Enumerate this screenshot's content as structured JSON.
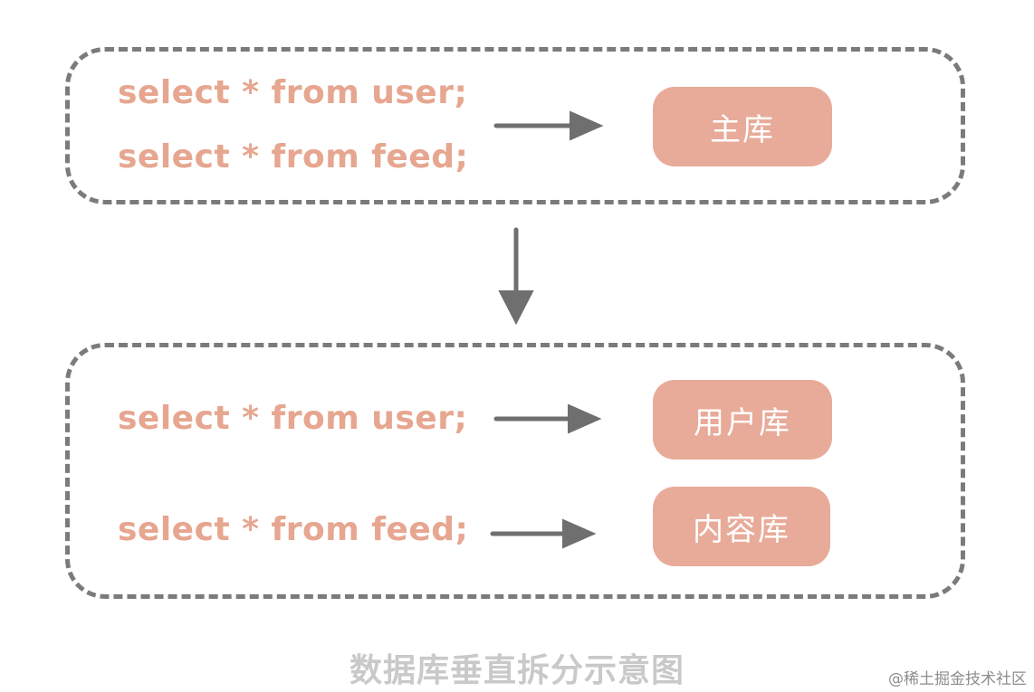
{
  "top_group": {
    "queries": [
      "select * from user;",
      "select * from feed;"
    ],
    "target_db": "主库"
  },
  "bottom_group": {
    "rows": [
      {
        "query": "select * from user;",
        "target_db": "用户库"
      },
      {
        "query": "select * from feed;",
        "target_db": "内容库"
      }
    ]
  },
  "caption": "数据库垂直拆分示意图",
  "watermark": "@稀土掘金技术社区",
  "colors": {
    "query_text": "#e6a690",
    "db_fill": "#e8ab99",
    "border": "#7b7b7b",
    "arrow": "#6f6f6f",
    "caption": "#c9c9c9"
  }
}
